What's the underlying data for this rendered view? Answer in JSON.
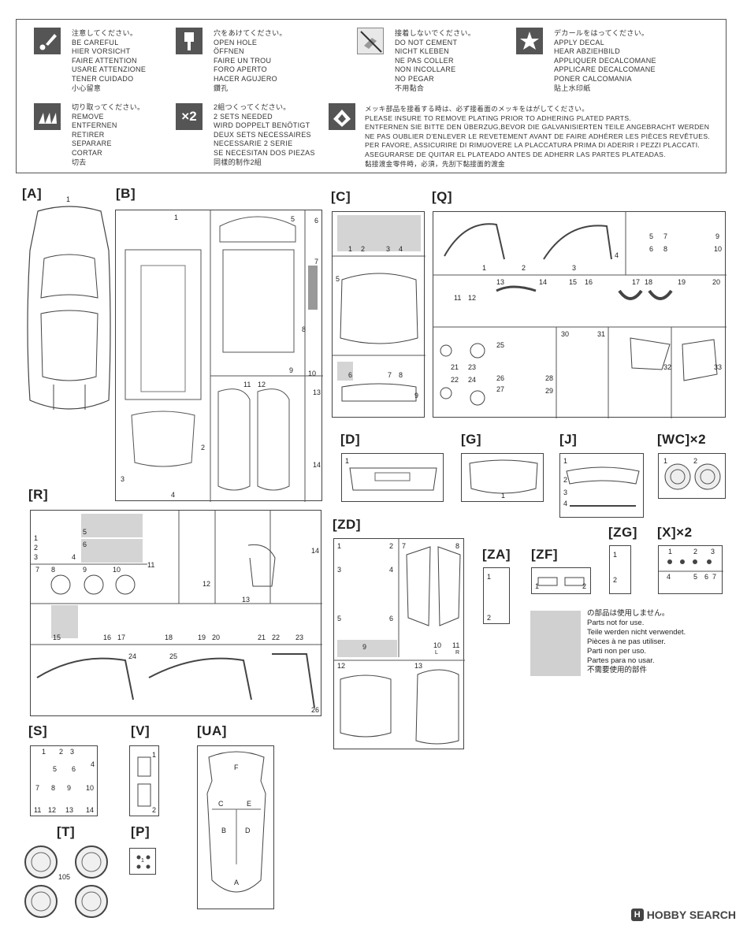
{
  "legend": {
    "careful": {
      "icon": "exclamation-icon",
      "lines": [
        "注意してください。",
        "BE CAREFUL",
        "HIER VORSICHT",
        "FAIRE ATTENTION",
        "USARE ATTENZIONE",
        "TENER CUIDADO",
        "小心留意"
      ]
    },
    "open_hole": {
      "icon": "drill-icon",
      "lines": [
        "穴をあけてください。",
        "OPEN HOLE",
        "ÖFFNEN",
        "FAIRE UN TROU",
        "FORO APERTO",
        "HACER AGUJERO",
        "鑽孔"
      ]
    },
    "no_cement": {
      "icon": "no-glue-icon",
      "lines": [
        "接着しないでください。",
        "DO NOT CEMENT",
        "NICHT KLEBEN",
        "NE PAS COLLER",
        "NON INCOLLARE",
        "NO PEGAR",
        "不用黏合"
      ]
    },
    "decal": {
      "icon": "star-icon",
      "lines": [
        "デカールをはってください。",
        "APPLY DECAL",
        "HEAR ABZIEHBILD",
        "APPLIQUER DECALCOMANE",
        "APPLICARE DECALCOMANE",
        "PONER CALCOMANIA",
        "貼上水印紙"
      ]
    },
    "remove": {
      "icon": "cutter-icon",
      "lines": [
        "切り取ってください。",
        "REMOVE",
        "ENTFERNEN",
        "RETIRER",
        "SEPARARE",
        "CORTAR",
        "切去"
      ]
    },
    "two_sets": {
      "icon_text": "×2",
      "lines": [
        "2組つくってください。",
        "2 SETS NEEDED",
        "WIRD DOPPELT BENÖTIGT",
        "DEUX SETS NECESSAIRES",
        "NECESSARIE 2 SERIE",
        "SE NECESITAN DOS PIEZAS",
        "同樣的制作2組"
      ]
    },
    "plating": {
      "icon": "plating-icon",
      "lines": [
        "メッキ部品を接着する時は、必ず接着面のメッキをはがしてください。",
        "PLEASE INSURE TO REMOVE PLATING PRIOR TO ADHERING PLATED PARTS.",
        "ENTFERNEN SIE BITTE DEN ÜBERZUG,BEVOR DIE GALVANISIERTEN TEILE ANGEBRACHT WERDEN",
        "NE PAS OUBLIER D'ENLEVER LE REVETEMENT AVANT DE FAIRE ADHÉRER LES PIÈCES REVÊTUES.",
        "PER FAVORE, ASSICURIRE DI RIMUOVERE LA PLACCATURA PRIMA DI ADERIR I PEZZI PLACCATI.",
        "ASEGURARSE DE QUITAR EL PLATEADO ANTES DE ADHERR LAS PARTES PLATEADAS.",
        "黏接渡金零件時，必須，先刮下黏接面的渡金"
      ]
    }
  },
  "sections": {
    "A": {
      "label": "[A]",
      "parts": [
        "1"
      ]
    },
    "B": {
      "label": "[B]",
      "parts": [
        "1",
        "2",
        "3",
        "4",
        "5",
        "6",
        "7",
        "8",
        "9",
        "10",
        "11",
        "12",
        "13",
        "14"
      ]
    },
    "C": {
      "label": "[C]",
      "parts": [
        "1",
        "2",
        "3",
        "4",
        "5",
        "6",
        "7",
        "8",
        "9"
      ]
    },
    "Q": {
      "label": "[Q]",
      "parts": [
        "1",
        "2",
        "3",
        "4",
        "5",
        "6",
        "7",
        "8",
        "9",
        "10",
        "11",
        "12",
        "13",
        "14",
        "15",
        "16",
        "17",
        "18",
        "19",
        "20",
        "21",
        "22",
        "23",
        "24",
        "25",
        "26",
        "27",
        "28",
        "29",
        "30",
        "31",
        "32",
        "33"
      ]
    },
    "D": {
      "label": "[D]",
      "parts": [
        "1"
      ]
    },
    "G": {
      "label": "[G]",
      "parts": [
        "1"
      ]
    },
    "J": {
      "label": "[J]",
      "parts": [
        "1",
        "2",
        "3",
        "4"
      ]
    },
    "WC": {
      "label": "[WC]",
      "mult": "×2",
      "parts": [
        "1",
        "2"
      ]
    },
    "R": {
      "label": "[R]",
      "parts": [
        "1",
        "2",
        "3",
        "4",
        "5",
        "6",
        "7",
        "8",
        "9",
        "10",
        "11",
        "12",
        "13",
        "14",
        "15",
        "16",
        "17",
        "18",
        "19",
        "20",
        "21",
        "22",
        "23",
        "24",
        "25",
        "26"
      ]
    },
    "ZD": {
      "label": "[ZD]",
      "parts": [
        "1",
        "2",
        "3",
        "4",
        "5",
        "6",
        "7",
        "8",
        "9",
        "10",
        "11",
        "12",
        "13"
      ],
      "side_l": "L",
      "side_r": "R"
    },
    "ZA": {
      "label": "[ZA]",
      "parts": [
        "1",
        "2"
      ]
    },
    "ZF": {
      "label": "[ZF]",
      "parts": [
        "1",
        "2"
      ]
    },
    "ZG": {
      "label": "[ZG]",
      "parts": [
        "1",
        "2"
      ]
    },
    "X": {
      "label": "[X]",
      "mult": "×2",
      "parts": [
        "1",
        "2",
        "3",
        "4",
        "5",
        "6",
        "7"
      ]
    },
    "S": {
      "label": "[S]",
      "parts": [
        "1",
        "2",
        "3",
        "4",
        "5",
        "6",
        "7",
        "8",
        "9",
        "10",
        "11",
        "12",
        "13",
        "14"
      ]
    },
    "V": {
      "label": "[V]",
      "parts": [
        "1",
        "2"
      ]
    },
    "UA": {
      "label": "[UA]",
      "parts": [
        "A",
        "B",
        "C",
        "D",
        "E",
        "F"
      ]
    },
    "T": {
      "label": "[T]",
      "parts": [
        "105"
      ]
    },
    "P": {
      "label": "[P]",
      "parts": [
        "1"
      ]
    }
  },
  "not_for_use": [
    "の部品は使用しません。",
    "Parts not for use.",
    "Teile werden nicht verwendet.",
    "Pièces à ne pas utiliser.",
    "Parti non per uso.",
    "Partes para no usar.",
    "不需要使用的部件"
  ],
  "watermark": {
    "badge": "H",
    "text": "HOBBY SEARCH"
  }
}
